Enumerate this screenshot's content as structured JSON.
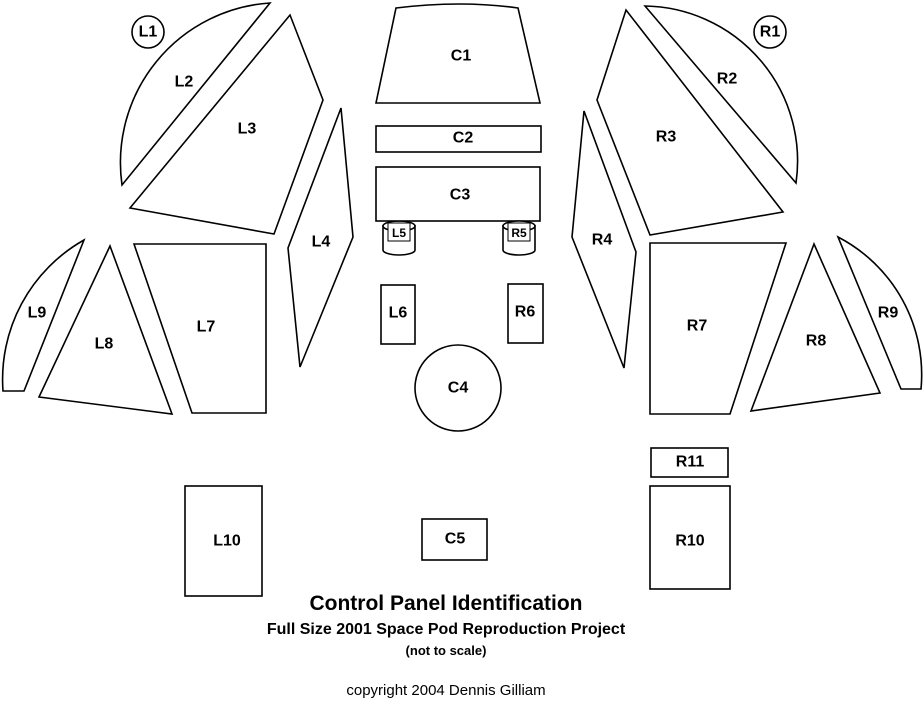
{
  "labels": {
    "L1": "L1",
    "L2": "L2",
    "L3": "L3",
    "L4": "L4",
    "L5": "L5",
    "L6": "L6",
    "L7": "L7",
    "L8": "L8",
    "L9": "L9",
    "L10": "L10",
    "R1": "R1",
    "R2": "R2",
    "R3": "R3",
    "R4": "R4",
    "R5": "R5",
    "R6": "R6",
    "R7": "R7",
    "R8": "R8",
    "R9": "R9",
    "R10": "R10",
    "R11": "R11",
    "C1": "C1",
    "C2": "C2",
    "C3": "C3",
    "C4": "C4",
    "C5": "C5"
  },
  "caption": {
    "title": "Control Panel Identification",
    "subtitle": "Full Size 2001 Space Pod Reproduction Project",
    "note": "(not to scale)",
    "copyright": "copyright 2004 Dennis Gilliam"
  }
}
